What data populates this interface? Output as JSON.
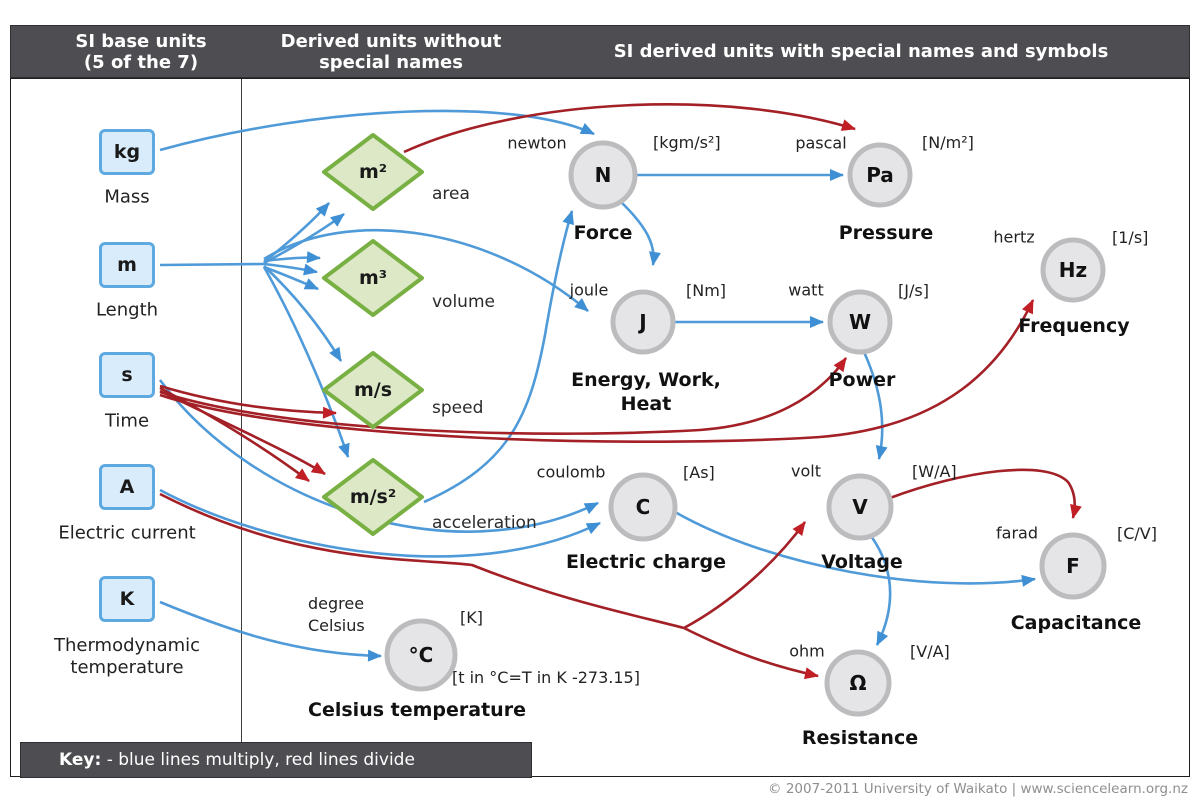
{
  "header": {
    "col1_line1": "SI base units",
    "col1_line2": "(5 of the 7)",
    "col2_line1": "Derived units without",
    "col2_line2": "special names",
    "col3": "SI derived units with special names and symbols"
  },
  "base_units": [
    {
      "symbol": "kg",
      "label": "Mass"
    },
    {
      "symbol": "m",
      "label": "Length"
    },
    {
      "symbol": "s",
      "label": "Time"
    },
    {
      "symbol": "A",
      "label": "Electric current"
    },
    {
      "symbol": "K",
      "label": "Thermodynamic temperature"
    }
  ],
  "derived_plain": [
    {
      "symbol": "m²",
      "label": "area"
    },
    {
      "symbol": "m³",
      "label": "volume"
    },
    {
      "symbol": "m/s",
      "label": "speed"
    },
    {
      "symbol": "m/s²",
      "label": "acceleration"
    }
  ],
  "derived_special": [
    {
      "symbol": "N",
      "name": "newton",
      "formula": "[kgm/s²]",
      "quantity": "Force"
    },
    {
      "symbol": "Pa",
      "name": "pascal",
      "formula": "[N/m²]",
      "quantity": "Pressure"
    },
    {
      "symbol": "J",
      "name": "joule",
      "formula": "[Nm]",
      "quantity": "Energy, Work, Heat"
    },
    {
      "symbol": "W",
      "name": "watt",
      "formula": "[J/s]",
      "quantity": "Power"
    },
    {
      "symbol": "Hz",
      "name": "hertz",
      "formula": "[1/s]",
      "quantity": "Frequency"
    },
    {
      "symbol": "C",
      "name": "coulomb",
      "formula": "[As]",
      "quantity": "Electric charge"
    },
    {
      "symbol": "V",
      "name": "volt",
      "formula": "[W/A]",
      "quantity": "Voltage"
    },
    {
      "symbol": "F",
      "name": "farad",
      "formula": "[C/V]",
      "quantity": "Capacitance"
    },
    {
      "symbol": "Ω",
      "name": "ohm",
      "formula": "[V/A]",
      "quantity": "Resistance"
    },
    {
      "symbol": "°C",
      "name": "degree Celsius",
      "formula": "[K]",
      "note": "[t in °C=T in K -273.15]",
      "quantity": "Celsius temperature"
    }
  ],
  "key": {
    "label": "Key:",
    "text": " - blue lines multiply, red lines divide"
  },
  "copyright": "© 2007-2011 University of Waikato | www.sciencelearn.org.nz",
  "colors": {
    "multiply_line": "#4f9ad8",
    "divide_line": "#a32026",
    "base_unit_fill": "#d9ecfb",
    "base_unit_border": "#5ea9e0",
    "derived_plain_fill": "#dce8c6",
    "derived_plain_border": "#79b043",
    "special_fill": "#e5e5e7",
    "special_border": "#bcbcbf",
    "header_bg": "#4e4e52"
  }
}
